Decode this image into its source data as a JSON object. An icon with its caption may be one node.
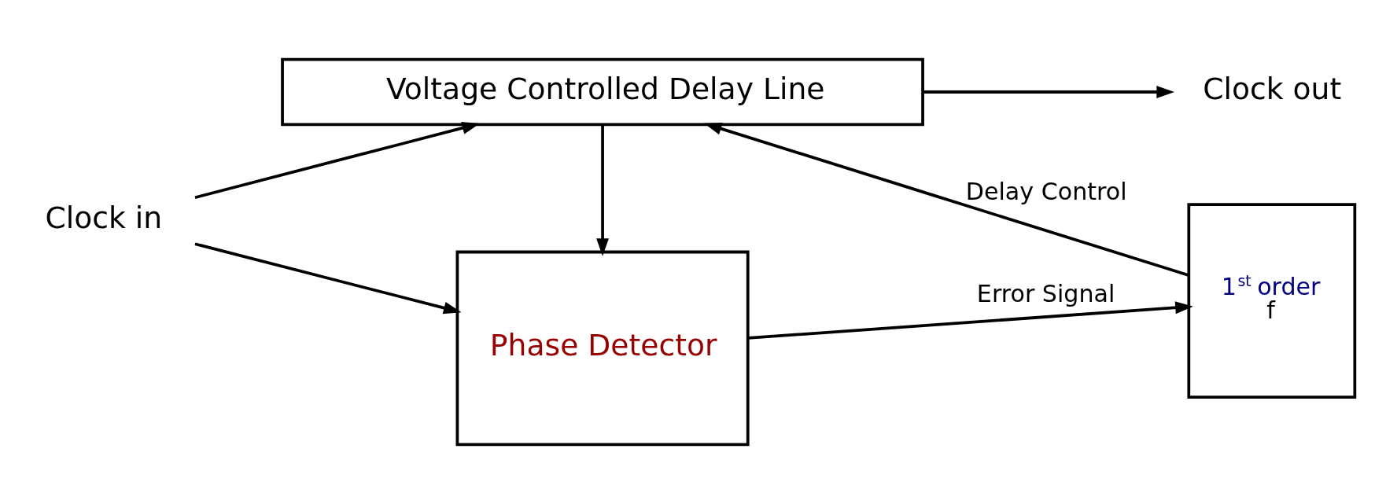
{
  "diagram": {
    "nodes": [
      {
        "text": [
          "Clock in"
        ]
      },
      {
        "text": [
          "Voltage Controlled Delay Line"
        ]
      },
      {
        "text": [
          "Phase Detector"
        ]
      },
      {
        "text": [
          "1$^{st}$ order",
          "f"
        ]
      },
      {
        "text": [
          "Clock out"
        ]
      }
    ],
    "edges": [
      {
        "from": 0,
        "to": 1,
        "arrow": "to"
      },
      {
        "from": 0,
        "to": 2,
        "arrow": "to"
      },
      {
        "from": 1,
        "to": 4,
        "arrow": "to"
      },
      {
        "from": 1,
        "to": 2,
        "arrow": "to"
      },
      {
        "from": 2,
        "to": 3,
        "arrow": "to",
        "label": "Error Signal"
      },
      {
        "from": 3,
        "to": 1,
        "arrow": "to",
        "label": "Delay Control"
      }
    ]
  }
}
